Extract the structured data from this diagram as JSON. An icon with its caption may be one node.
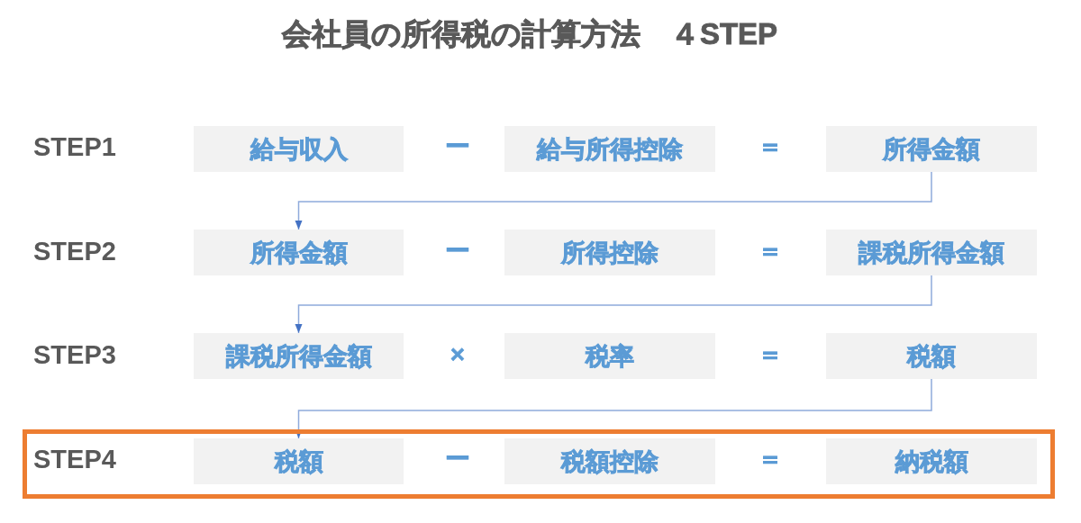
{
  "diagram": {
    "title": "会社員の所得税の計算方法　４STEP",
    "nodes": [
      {
        "text": [
          "給与収入"
        ]
      },
      {
        "text": [
          "給与所得控除"
        ]
      },
      {
        "text": [
          "所得金額"
        ]
      },
      {
        "text": [
          "所得金額"
        ]
      },
      {
        "text": [
          "所得控除"
        ]
      },
      {
        "text": [
          "課税所得金額"
        ]
      },
      {
        "text": [
          "課税所得金額"
        ]
      },
      {
        "text": [
          "税率"
        ]
      },
      {
        "text": [
          "税額"
        ]
      },
      {
        "text": [
          "STEP4"
        ]
      },
      {
        "text": [
          "税額"
        ],
        "in": 9
      },
      {
        "text": [
          "税額控除"
        ],
        "in": 9
      },
      {
        "text": [
          "納税額"
        ],
        "in": 9
      }
    ],
    "edges": [
      {
        "from": 2,
        "to": 3,
        "arrow": "to"
      },
      {
        "from": 5,
        "to": 6,
        "arrow": "to"
      },
      {
        "from": 8,
        "to": 10,
        "arrow": "to"
      }
    ],
    "labels": [
      "STEP1",
      "ー",
      "＝",
      "STEP2",
      "ー",
      "＝",
      "STEP3",
      "×",
      "＝",
      "ー",
      "＝"
    ]
  }
}
